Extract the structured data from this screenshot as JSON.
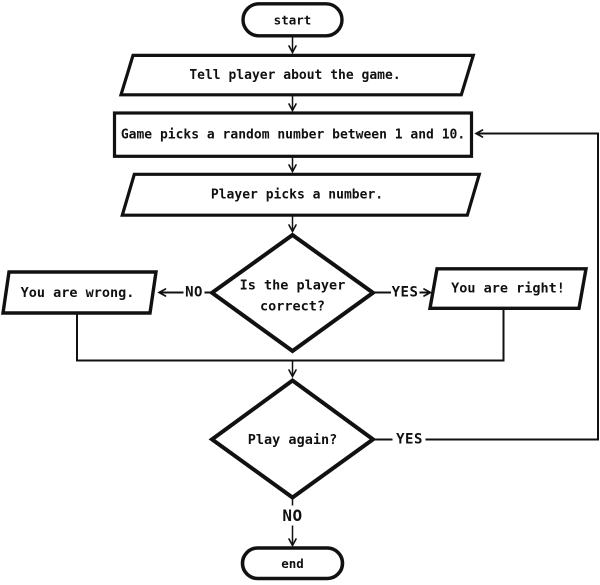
{
  "nodes": {
    "start": {
      "type": "terminator",
      "label": "start"
    },
    "tell_player": {
      "type": "input-output",
      "label": "Tell player about the game."
    },
    "pick_random": {
      "type": "process",
      "label": "Game picks a random number between 1 and 10."
    },
    "player_picks": {
      "type": "input-output",
      "label": "Player picks a number."
    },
    "is_correct": {
      "type": "decision",
      "lines": [
        "Is the player",
        "correct?"
      ]
    },
    "you_wrong": {
      "type": "input-output",
      "label": "You are wrong."
    },
    "you_right": {
      "type": "input-output",
      "label": "You are right!"
    },
    "play_again": {
      "type": "decision",
      "label": "Play again?"
    },
    "end": {
      "type": "terminator",
      "label": "end"
    }
  },
  "edges": {
    "correct_no": {
      "label": "NO"
    },
    "correct_yes": {
      "label": "YES"
    },
    "again_yes": {
      "label": "YES"
    },
    "again_no": {
      "label": "NO"
    }
  },
  "colors": {
    "stroke": "#111111",
    "fill": "#ffffff",
    "background": "#ffffff"
  }
}
